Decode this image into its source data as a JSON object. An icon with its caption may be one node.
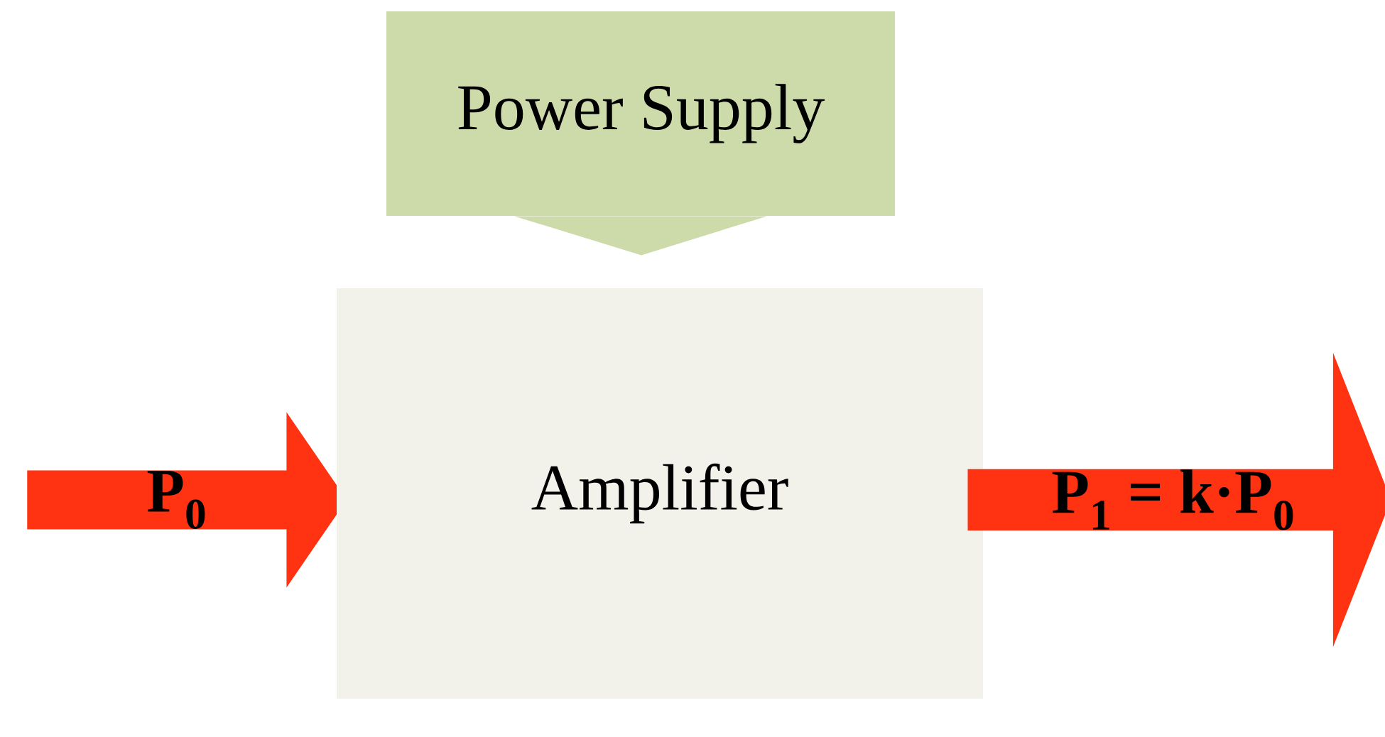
{
  "diagram": {
    "nodes": [
      {
        "text": [
          "Power Supply"
        ]
      },
      {
        "text": [
          "P$_{0}$"
        ]
      },
      {
        "text": [
          "Amplifier"
        ]
      },
      {
        "text": [
          "P$_{1}$ = k·P$_{0}$"
        ]
      }
    ],
    "edges": [
      {
        "from": 0,
        "to": 2,
        "arrow": "to"
      }
    ]
  }
}
